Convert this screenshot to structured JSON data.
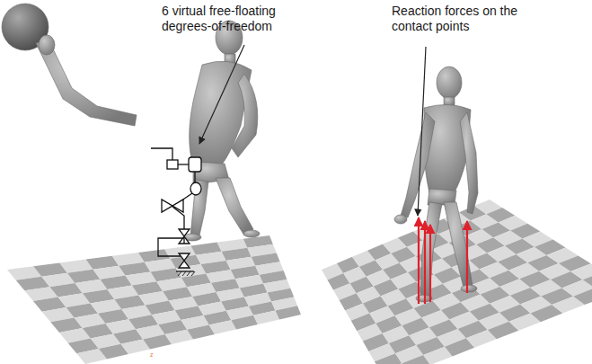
{
  "diagram": {
    "labels": [
      "6 virtual free-floating degrees-of-freedom",
      "Reaction forces on the contact points",
      "z"
    ]
  }
}
